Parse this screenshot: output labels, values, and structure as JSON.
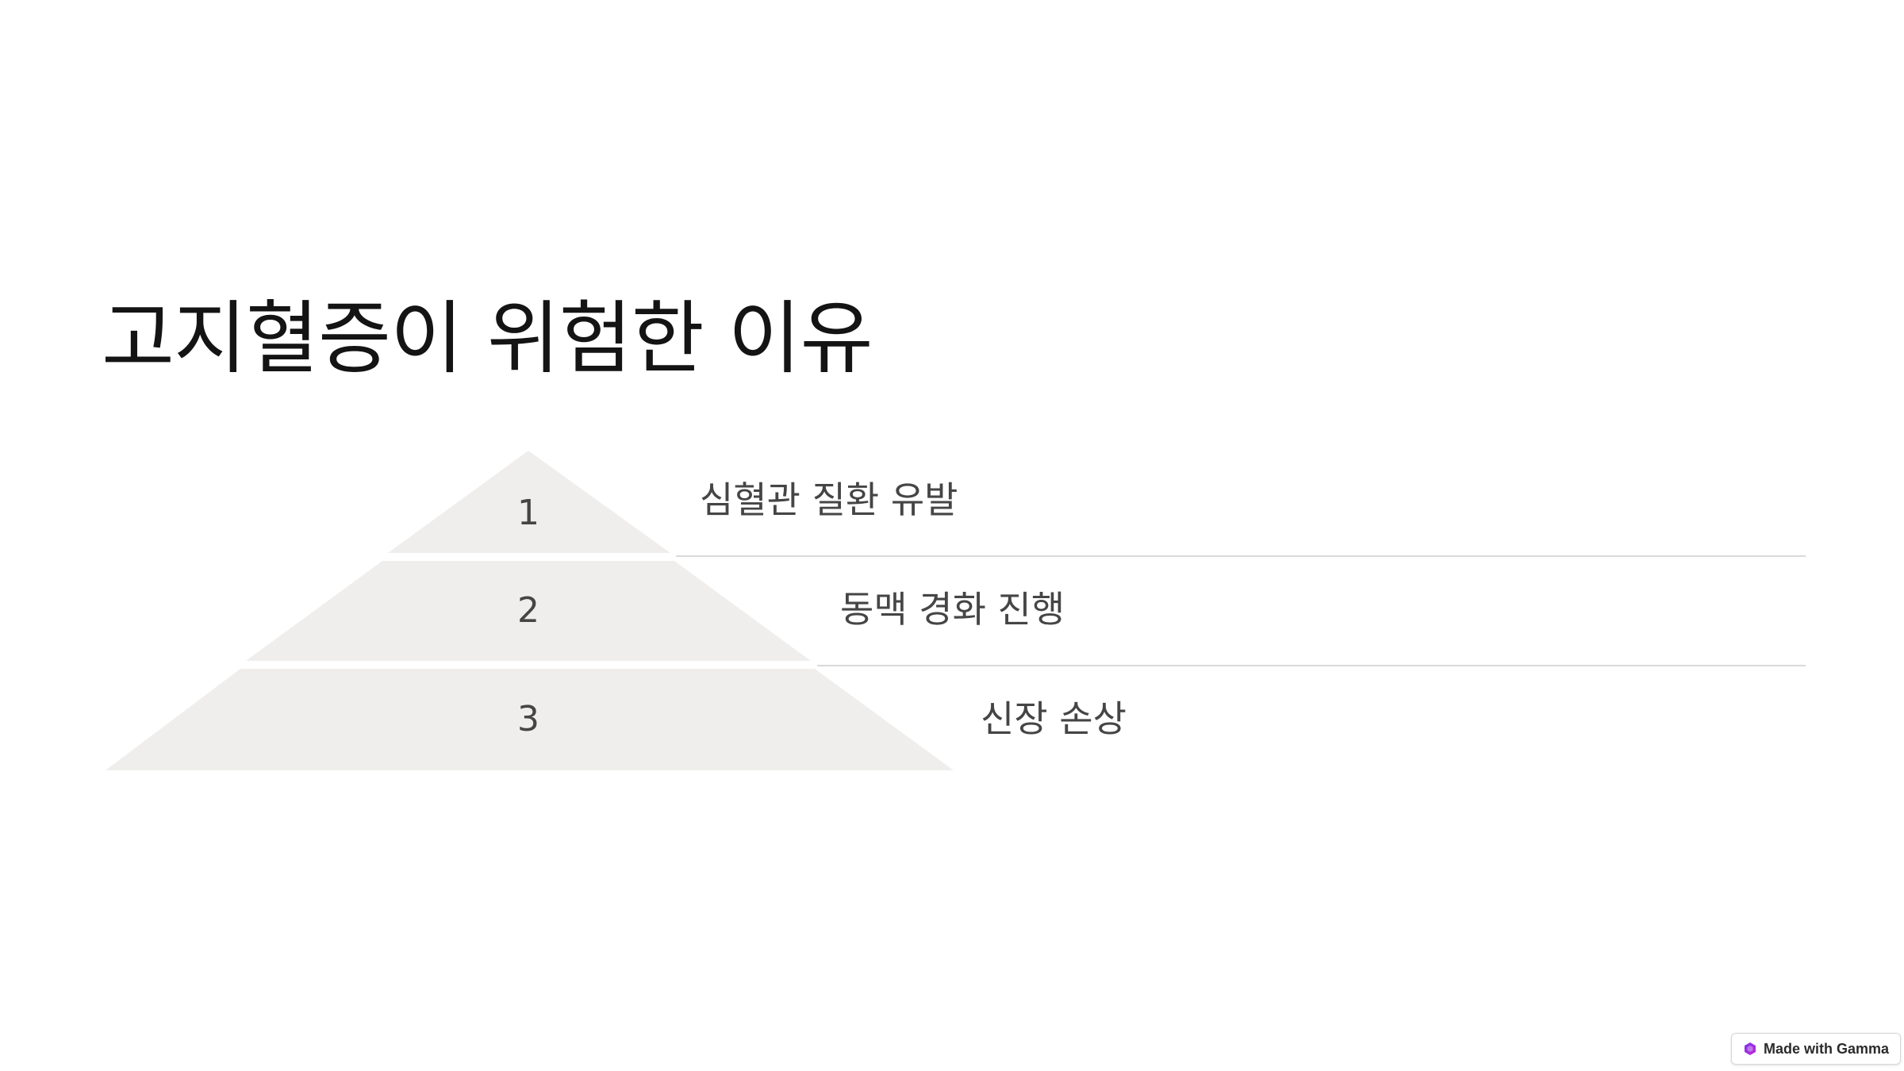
{
  "slide": {
    "title": "고지혈증이 위험한 이유"
  },
  "pyramid": {
    "tiers": [
      {
        "number": "1",
        "label": "심혈관 질환 유발"
      },
      {
        "number": "2",
        "label": "동맥 경화 진행"
      },
      {
        "number": "3",
        "label": "신장 손상"
      }
    ],
    "fill_color": "#f0eeed",
    "divider_color": "#d9d9d9"
  },
  "badge": {
    "text": "Made with Gamma",
    "icon": "gamma-logo-icon",
    "icon_colors": [
      "#7c3aed",
      "#c026d3"
    ]
  }
}
